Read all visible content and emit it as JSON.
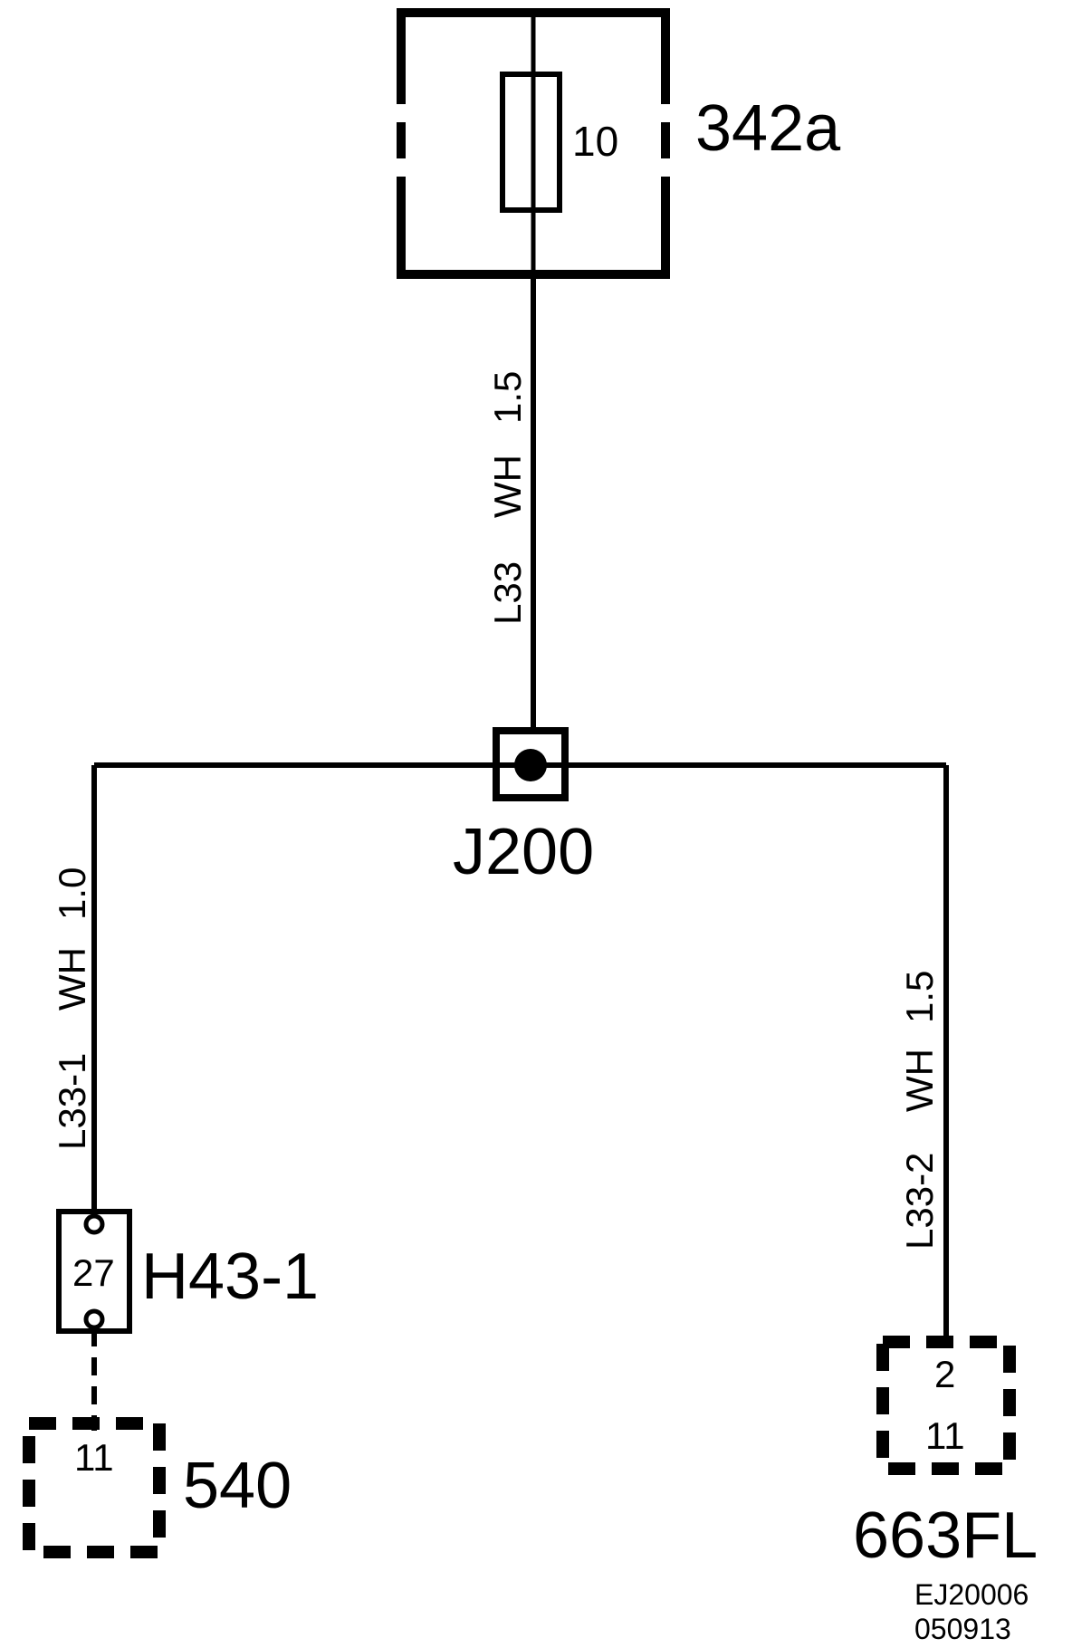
{
  "fuse_box": {
    "label": "342a",
    "fuse_number": "10"
  },
  "wires": {
    "main": {
      "circuit": "L33",
      "color": "WH",
      "size": "1.5"
    },
    "left": {
      "circuit": "L33-1",
      "color": "WH",
      "size": "1.0"
    },
    "right": {
      "circuit": "L33-2",
      "color": "WH",
      "size": "1.5"
    }
  },
  "junction": {
    "label": "J200"
  },
  "inline_connector": {
    "label": "H43-1",
    "pin": "27"
  },
  "left_component": {
    "label": "540",
    "pin": "11"
  },
  "right_component": {
    "label": "663FL",
    "pin_top": "2",
    "pin_bottom": "11"
  },
  "drawing_id": {
    "line1": "EJ20006",
    "line2": "050913"
  },
  "colors": {
    "ink": "#000000",
    "background": "#ffffff"
  }
}
